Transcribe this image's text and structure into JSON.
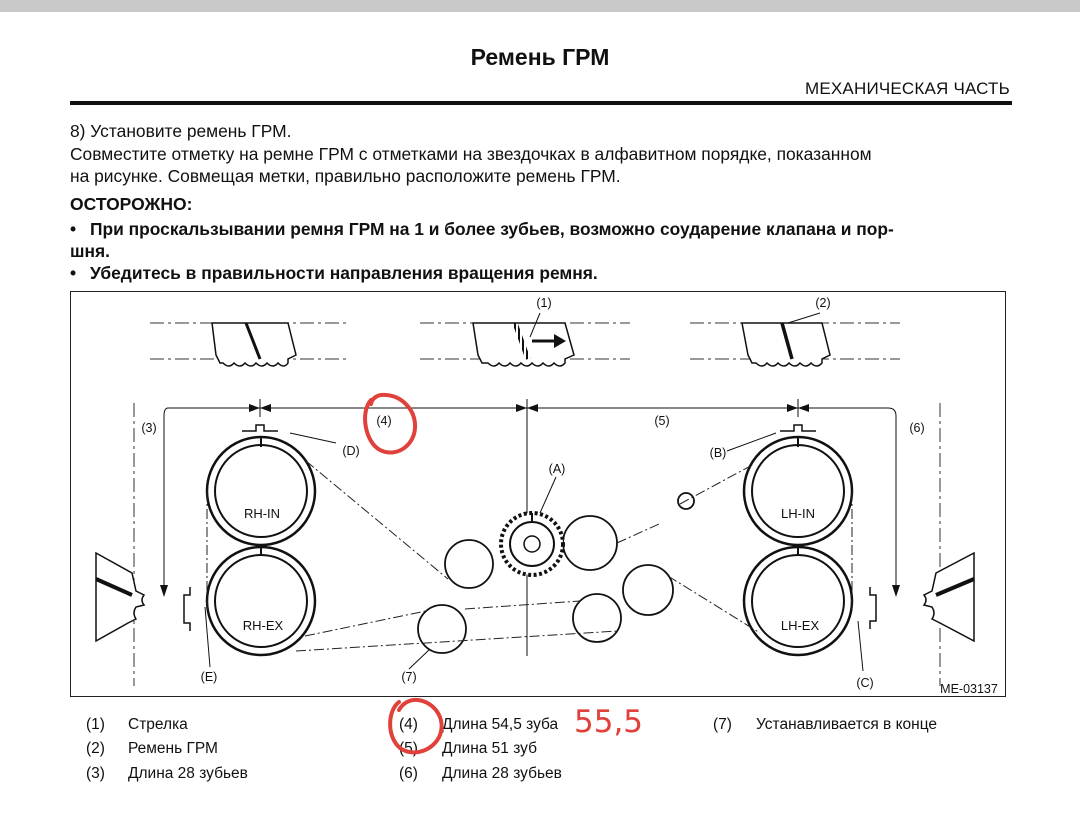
{
  "header": {
    "title": "Ремень ГРМ",
    "section": "МЕХАНИЧЕСКАЯ ЧАСТЬ"
  },
  "instructions": {
    "step": "8) Установите ремень ГРМ.",
    "line1": "Совместите отметку на ремне ГРМ с отметками на звездочках в алфавитном порядке, показанном",
    "line2": "на рисунке. Совмещая метки, правильно расположите ремень ГРМ."
  },
  "warning": {
    "title": "ОСТОРОЖНО:",
    "bullet": "•",
    "item1_line1": "При проскальзывании ремня ГРМ на 1 и более зубьев, возможно соударение клапана и пор-",
    "item1_line2": "шня.",
    "item2": "Убедитесь в правильности направления вращения ремня."
  },
  "figure": {
    "code": "ME-03137",
    "callouts": [
      "(1)",
      "(2)",
      "(3)",
      "(4)",
      "(5)",
      "(6)",
      "(7)"
    ],
    "marks": [
      "(A)",
      "(B)",
      "(C)",
      "(D)",
      "(E)"
    ],
    "pulleys": {
      "rh_in": "RH-IN",
      "rh_ex": "RH-EX",
      "lh_in": "LH-IN",
      "lh_ex": "LH-EX"
    }
  },
  "legend": [
    {
      "num": "(1)",
      "text": "Стрелка"
    },
    {
      "num": "(2)",
      "text": "Ремень ГРМ"
    },
    {
      "num": "(3)",
      "text": "Длина 28 зубьев"
    },
    {
      "num": "(4)",
      "text": "Длина 54,5 зуба"
    },
    {
      "num": "(5)",
      "text": "Длина 51 зуб"
    },
    {
      "num": "(6)",
      "text": "Длина 28 зубьев"
    },
    {
      "num": "(7)",
      "text": "Устанавливается в конце"
    }
  ],
  "annotation": {
    "handwritten": "55,5",
    "color": "#e0413b"
  }
}
